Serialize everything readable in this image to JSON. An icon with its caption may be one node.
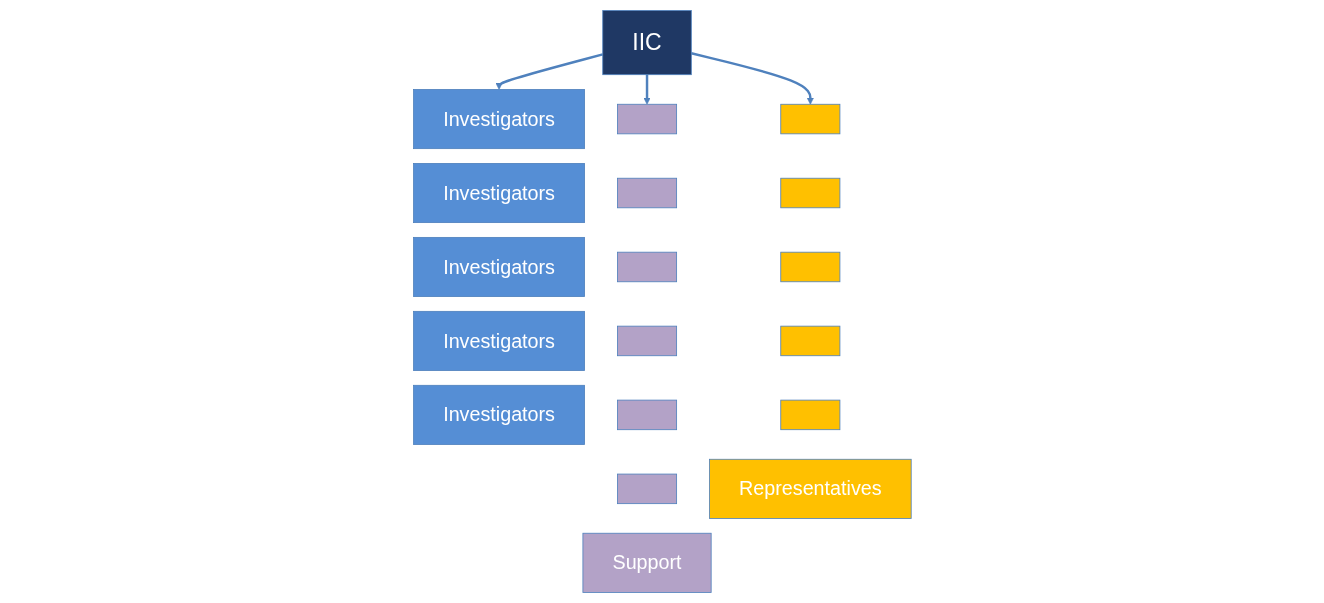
{
  "diagram": {
    "nodes": [
      {
        "text": [
          "IIC"
        ]
      },
      {
        "text": [
          "Investigators"
        ]
      },
      {
        "text": [
          "Investigators"
        ]
      },
      {
        "text": [
          "Investigators"
        ]
      },
      {
        "text": [
          "Investigators"
        ]
      },
      {
        "text": [
          "Investigators"
        ]
      },
      {
        "text": [],
        "shape": "box"
      },
      {
        "text": [],
        "shape": "box"
      },
      {
        "text": [],
        "shape": "box"
      },
      {
        "text": [],
        "shape": "box"
      },
      {
        "text": [],
        "shape": "box"
      },
      {
        "text": [],
        "shape": "box"
      },
      {
        "text": [
          "Support"
        ]
      },
      {
        "text": [],
        "shape": "box"
      },
      {
        "text": [],
        "shape": "box"
      },
      {
        "text": [],
        "shape": "box"
      },
      {
        "text": [],
        "shape": "box"
      },
      {
        "text": [],
        "shape": "box"
      },
      {
        "text": [
          "Representatives"
        ]
      }
    ],
    "edges": [
      {
        "from": 0,
        "to": 1,
        "arrow": "to"
      },
      {
        "from": 0,
        "to": 6,
        "arrow": "to"
      },
      {
        "from": 0,
        "to": 13,
        "arrow": "to"
      }
    ]
  }
}
